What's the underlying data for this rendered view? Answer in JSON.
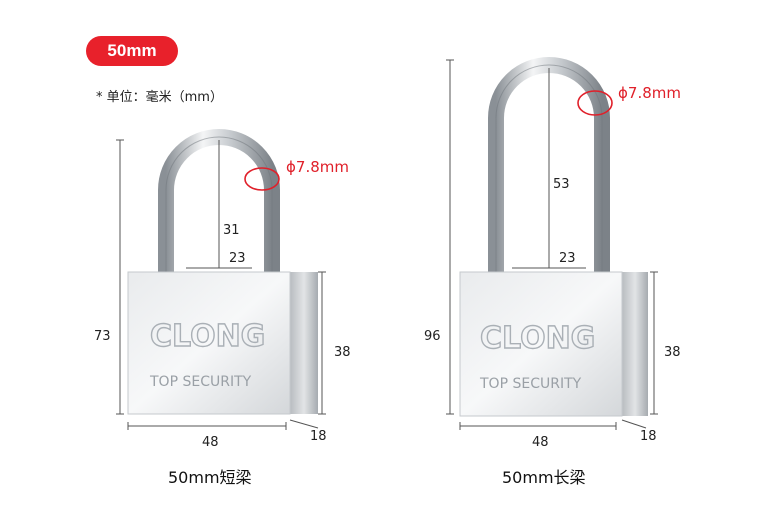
{
  "badge": "50mm",
  "unit_note": "* 单位：毫米（mm）",
  "accent_color": "#e8212b",
  "locks": [
    {
      "caption": "50mm短梁",
      "shackle_diameter": "ϕ7.8mm",
      "height_total": "73",
      "shackle_clearance": "31",
      "shackle_inner_width": "23",
      "body_height": "38",
      "body_width": "48",
      "body_thickness": "18",
      "brand": "CLONG",
      "tagline": "TOP SECURITY"
    },
    {
      "caption": "50mm长梁",
      "shackle_diameter": "ϕ7.8mm",
      "height_total": "96",
      "shackle_clearance": "53",
      "shackle_inner_width": "23",
      "body_height": "38",
      "body_width": "48",
      "body_thickness": "18",
      "brand": "CLONG",
      "tagline": "TOP SECURITY"
    }
  ]
}
